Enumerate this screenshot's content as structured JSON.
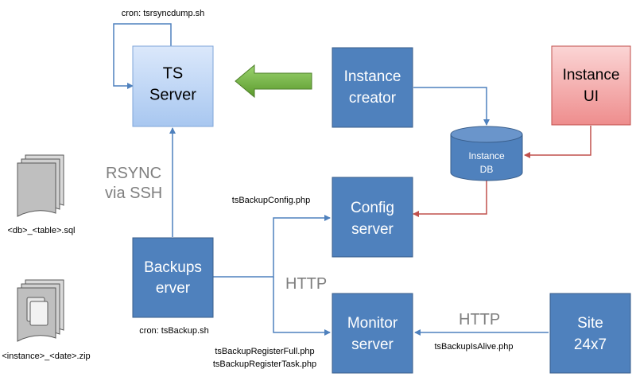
{
  "colors": {
    "box_blue": "#4f81bd",
    "box_blue_border": "#385d8a",
    "ts_fill_top": "#dbe8fb",
    "ts_fill_bottom": "#a8c7f0",
    "instance_ui_top": "#fbd5d5",
    "instance_ui_bottom": "#ee8d8d",
    "connector_blue": "#4f81bd",
    "connector_red": "#c0504d",
    "arrow_green_top": "#9bd36f",
    "arrow_green_bottom": "#5b9a2c",
    "doc_gray": "#bfbfbf",
    "protocol_gray": "#7f7f7f"
  },
  "boxes": {
    "ts_server": {
      "line1": "TS",
      "line2": "Server"
    },
    "instance_creator": {
      "line1": "Instance",
      "line2": "creator"
    },
    "instance_ui": {
      "line1": "Instance",
      "line2": "UI"
    },
    "instance_db": {
      "line1": "Instance",
      "line2": "DB"
    },
    "config_server": {
      "line1": "Config",
      "line2": "server"
    },
    "backups_server": {
      "line1": "Backups",
      "line2": "erver"
    },
    "monitor_server": {
      "line1": "Monitor",
      "line2": "server"
    },
    "site": {
      "line1": "Site",
      "line2": "24x7"
    }
  },
  "labels": {
    "cron_ts": "cron: tsrsyncdump.sh",
    "rsync_line1": "RSYNC",
    "rsync_line2": "via SSH",
    "ts_backup_config": "tsBackupConfig.php",
    "http_backups": "HTTP",
    "http_site": "HTTP",
    "cron_backup": "cron: tsBackup.sh",
    "register_full": "tsBackupRegisterFull.php",
    "register_task": "tsBackupRegisterTask.php",
    "is_alive": "tsBackupIsAlive.php"
  },
  "files": {
    "sql_file": "<db>_<table>.sql",
    "zip_file": "<instance>_<date>.zip"
  }
}
